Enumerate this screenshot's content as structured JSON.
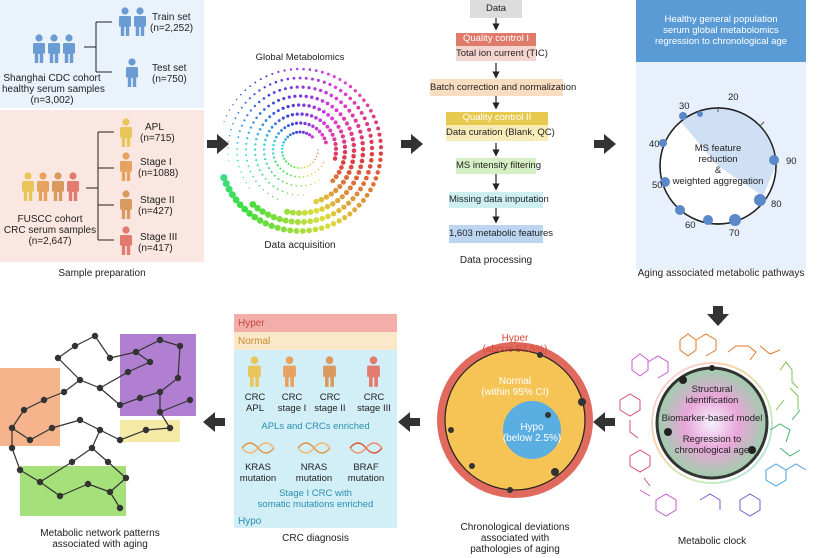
{
  "sample_prep": {
    "train_label": "Train set",
    "train_n": "(n=2,252)",
    "test_label": "Test set",
    "test_n": "(n=750)",
    "shanghai_line1": "Shanghai CDC cohort",
    "shanghai_line2": "healthy serum samples",
    "shanghai_n": "(n=3,002)",
    "apl_label": "APL",
    "apl_n": "(n=715)",
    "s1_label": "Stage I",
    "s1_n": "(n=1088)",
    "s2_label": "Stage II",
    "s2_n": "(n=427)",
    "s3_label": "Stage III",
    "s3_n": "(n=417)",
    "fuscc_line1": "FUSCC cohort",
    "fuscc_line2": "CRC serum samples",
    "fuscc_n": "(n=2,647)",
    "caption": "Sample preparation",
    "colors": {
      "blue": "#6a9bd2",
      "yellow": "#e8c65a",
      "orange": "#e8a25f",
      "tan": "#d99a60",
      "red": "#e37a6e"
    }
  },
  "acquisition": {
    "title": "Global Metabolomics",
    "caption": "Data acquisition"
  },
  "processing": {
    "data": "Data",
    "qc1_title": "Quality control I",
    "qc1_body": "Total ion current (TIC)",
    "batch": "Batch correction and normalization",
    "qc2_title": "Quality control II",
    "qc2_body": "Data curation (Blank, QC)",
    "ms_filter": "MS intensity filtering",
    "missing": "Missing data imputation",
    "features": "1,603 metabolic features",
    "caption": "Data processing"
  },
  "aging": {
    "header_line1": "Healthy general population",
    "header_line2": "serum global metabolomics",
    "header_line3": "regression to chronological age",
    "ticks": [
      "20",
      "30",
      "40",
      "50",
      "60",
      "70",
      "80",
      "90"
    ],
    "center_line1": "MS feature",
    "center_line2": "reduction",
    "center_line3": "&",
    "center_line4": "weighted aggregation",
    "caption": "Aging associated metabolic pathways"
  },
  "clock": {
    "line1": "Structural",
    "line2": "identification",
    "line3": "Biomarker-based model",
    "line4": "Regression to",
    "line5": "chronological age",
    "caption": "Metabolic clock"
  },
  "deviations": {
    "hyper": "Hyper",
    "hyper_sub": "(above 97.5%)",
    "normal": "Normal",
    "normal_sub": "(within 95% CI)",
    "hypo": "Hypo",
    "hypo_sub": "(below 2.5%)",
    "caption_line1": "Chronological deviations",
    "caption_line2": "associated with",
    "caption_line3": "pathologies of aging"
  },
  "crc": {
    "hyper": "Hyper",
    "normal": "Normal",
    "hypo": "Hypo",
    "groups": [
      {
        "l1": "CRC",
        "l2": "APL"
      },
      {
        "l1": "CRC",
        "l2": "stage I"
      },
      {
        "l1": "CRC",
        "l2": "stage II"
      },
      {
        "l1": "CRC",
        "l2": "stage III"
      }
    ],
    "enriched1": "APLs and CRCs enriched",
    "mutations": [
      {
        "gene": "KRAS",
        "word": "mutation"
      },
      {
        "gene": "NRAS",
        "word": "mutation"
      },
      {
        "gene": "BRAF",
        "word": "mutation"
      }
    ],
    "enriched2_line1": "Stage I CRC with",
    "enriched2_line2": "somatic mutations enriched",
    "caption": "CRC diagnosis"
  },
  "network": {
    "caption_line1": "Metabolic network patterns",
    "caption_line2": "associated with aging"
  }
}
